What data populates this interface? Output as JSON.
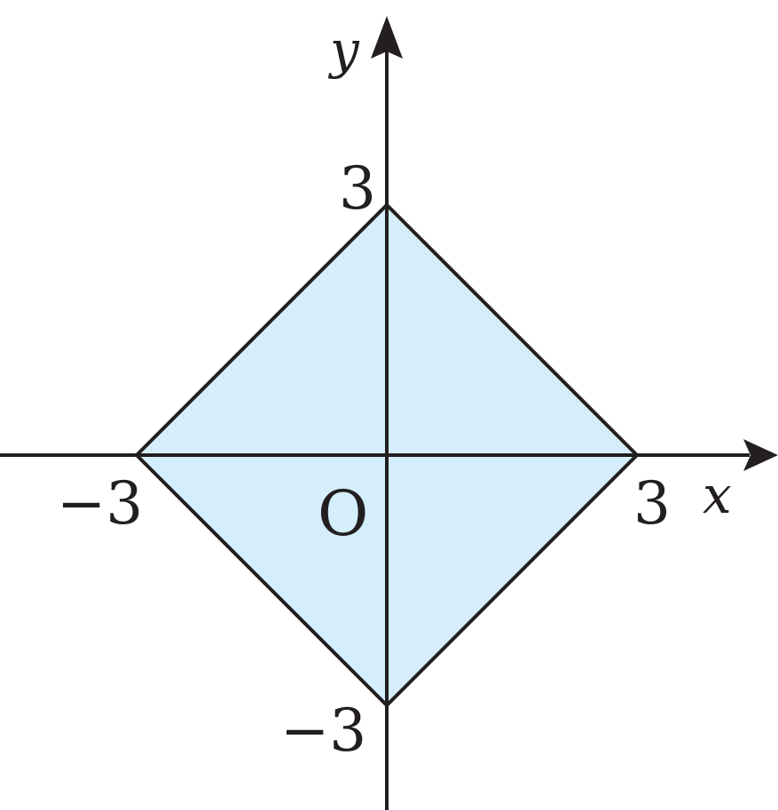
{
  "figure": {
    "x_axis_label": "x",
    "y_axis_label": "y",
    "origin_label": "O",
    "x_tick_neg": "−3",
    "x_tick_pos": "3",
    "y_tick_pos": "3",
    "y_tick_neg": "−3"
  },
  "region": {
    "description_vertices": [
      [
        3,
        0
      ],
      [
        0,
        3
      ],
      [
        -3,
        0
      ],
      [
        0,
        -3
      ]
    ],
    "fill_color": "#d5eefb",
    "stroke_color": "#231f20"
  },
  "axes_color": "#231f20"
}
